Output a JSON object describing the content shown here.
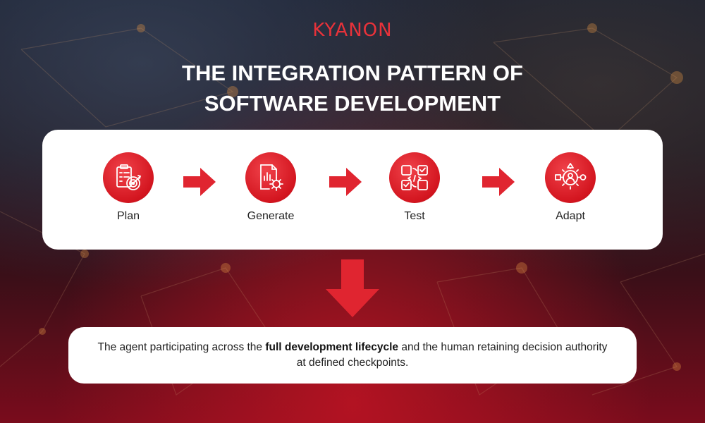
{
  "brand": {
    "logo_text": "KYANON",
    "accent_color": "#e8323a"
  },
  "title": {
    "line1": "THE INTEGRATION PATTERN OF",
    "line2": "SOFTWARE DEVELOPMENT"
  },
  "steps": [
    {
      "label": "Plan",
      "icon": "clipboard-target-icon"
    },
    {
      "label": "Generate",
      "icon": "document-gear-icon"
    },
    {
      "label": "Test",
      "icon": "code-checklist-icon"
    },
    {
      "label": "Adapt",
      "icon": "person-gear-icon"
    }
  ],
  "caption": {
    "before": "The agent participating across the ",
    "bold": "full development lifecycle",
    "after": " and the human retaining decision authority at defined checkpoints."
  }
}
